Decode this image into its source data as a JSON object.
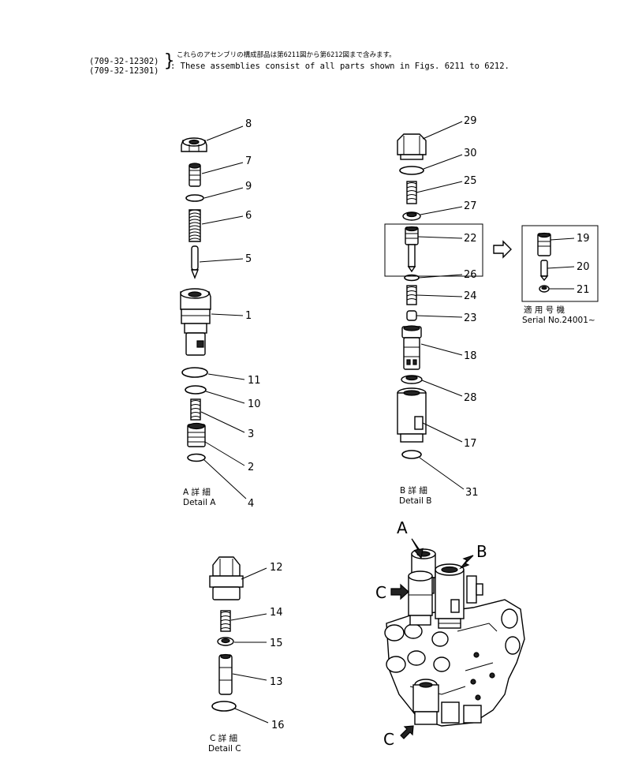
{
  "header": {
    "part_no_1": "(709-32-12302)",
    "part_no_2": "(709-32-12301)",
    "note_jp": "これらのアセンブリの構成部品は第6211図から第6212図まで含みます。",
    "note_en": "These assemblies consist of all parts shown in Figs. 6211 to 6212."
  },
  "details": {
    "a": {
      "jp": "A 詳 細",
      "en": "Detail A"
    },
    "b": {
      "jp": "B 詳 細",
      "en": "Detail B"
    },
    "c": {
      "jp": "C 詳 細",
      "en": "Detail C"
    },
    "serial": {
      "jp": "適 用 号 機",
      "en": "Serial No.24001~"
    }
  },
  "callouts": {
    "p1": "1",
    "p2": "2",
    "p3": "3",
    "p4": "4",
    "p5": "5",
    "p6": "6",
    "p7": "7",
    "p8": "8",
    "p9": "9",
    "p10": "10",
    "p11": "11",
    "p12": "12",
    "p13": "13",
    "p14": "14",
    "p15": "15",
    "p16": "16",
    "p17": "17",
    "p18": "18",
    "p19": "19",
    "p20": "20",
    "p21": "21",
    "p22": "22",
    "p23": "23",
    "p24": "24",
    "p25": "25",
    "p26": "26",
    "p27": "27",
    "p28": "28",
    "p29": "29",
    "p30": "30",
    "p31": "31"
  },
  "view_letters": {
    "a": "A",
    "b": "B",
    "c_upper": "C",
    "c_lower": "C"
  }
}
